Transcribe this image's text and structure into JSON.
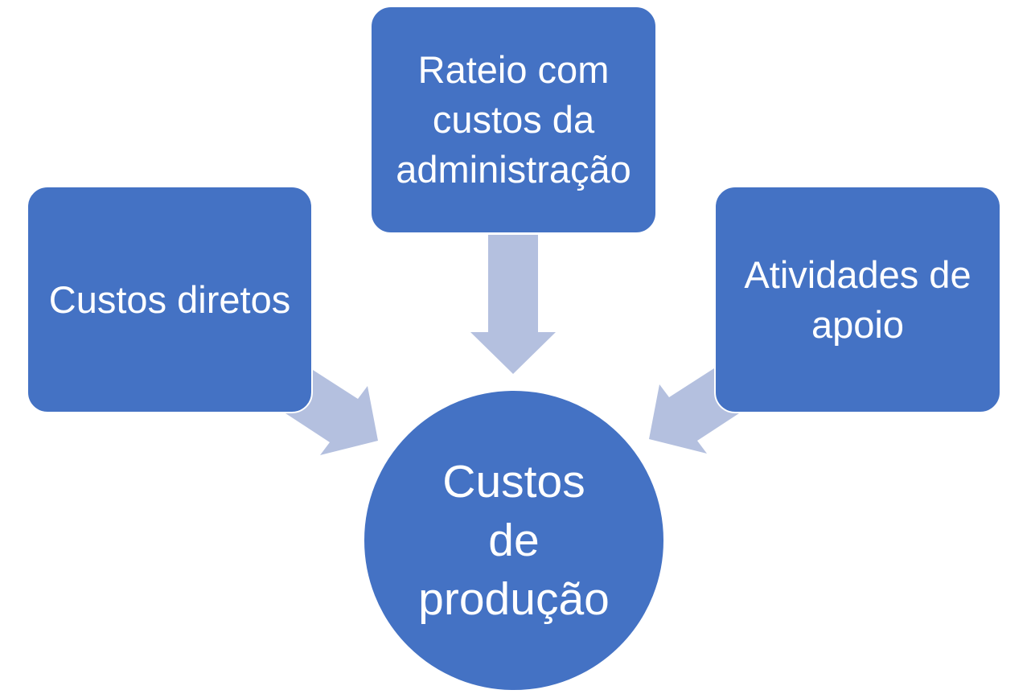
{
  "colors": {
    "node_fill": "#4472c4",
    "arrow_fill": "#b4c0df",
    "text": "#ffffff",
    "background": "#ffffff"
  },
  "nodes": {
    "direct_costs": {
      "label": "Custos diretos"
    },
    "admin_allocation": {
      "label": "Rateio com\ncustos da\nadministração"
    },
    "support_activities": {
      "label": "Atividades de\napoio"
    },
    "production_costs": {
      "label": "Custos\nde\nprodução"
    }
  },
  "edges": [
    {
      "from": "direct_costs",
      "to": "production_costs"
    },
    {
      "from": "admin_allocation",
      "to": "production_costs"
    },
    {
      "from": "support_activities",
      "to": "production_costs"
    }
  ]
}
